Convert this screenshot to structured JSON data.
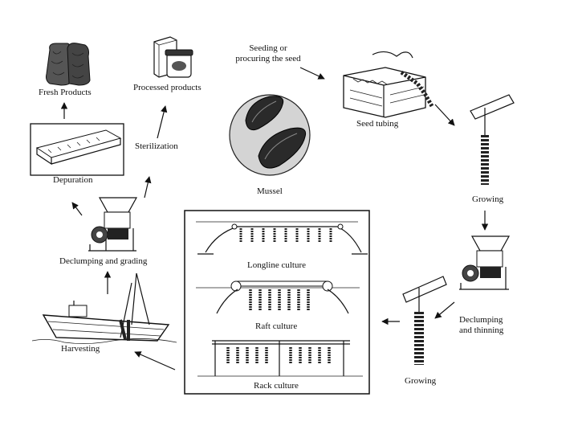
{
  "labels": {
    "fresh_products": "Fresh Products",
    "processed_products": "Processed products",
    "seeding": "Seeding or\nprocuring the seed",
    "seed_tubing": "Seed tubing",
    "mussel": "Mussel",
    "sterilization": "Sterilization",
    "depuration": "Depuration",
    "growing_1": "Growing",
    "declumping_grading": "Declumping and grading",
    "longline": "Longline culture",
    "raft": "Raft culture",
    "rack": "Rack culture",
    "declumping_thinning": "Declumping\nand thinning",
    "harvesting": "Harvesting",
    "growing_2": "Growing"
  }
}
